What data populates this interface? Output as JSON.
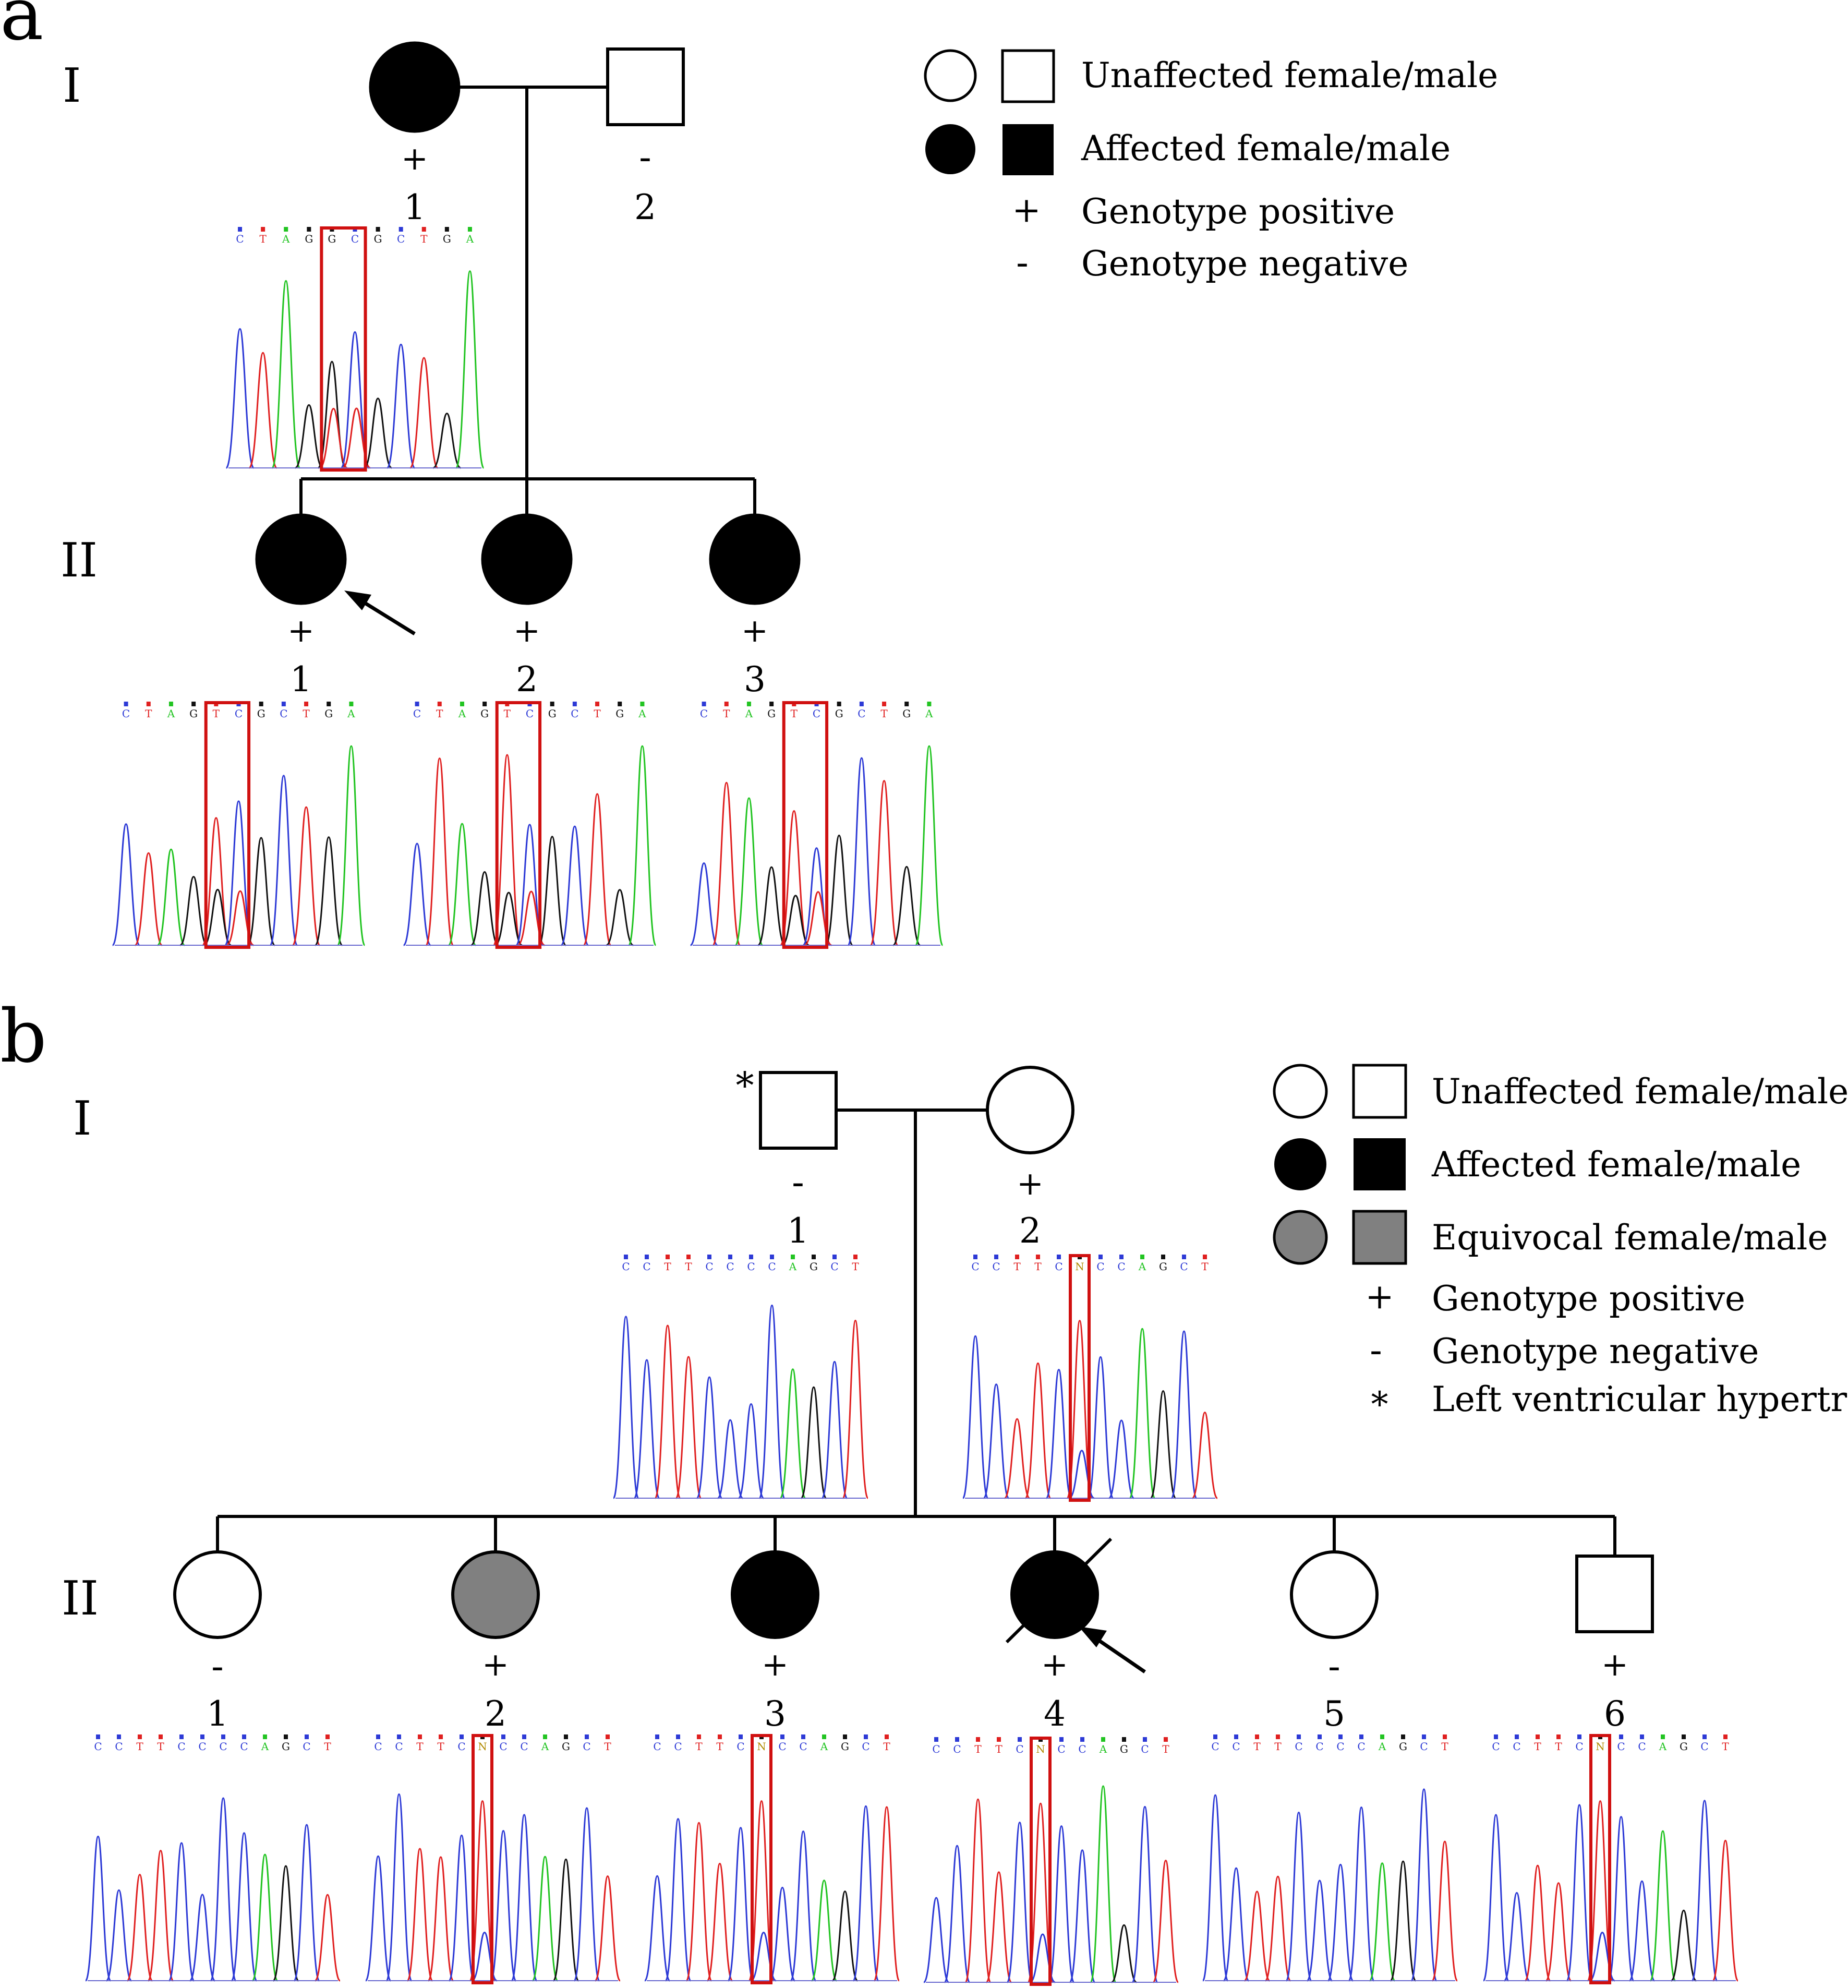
{
  "panels": [
    {
      "label": "a",
      "generations": [
        "I",
        "II"
      ],
      "legend": {
        "unaffected": "Unaffected female/male",
        "affected": "Affected female/male",
        "positive_sym": "+",
        "positive": "Genotype positive",
        "negative_sym": "-",
        "negative": "Genotype negative"
      },
      "gen1": [
        {
          "sex": "female",
          "status": "affected",
          "genotype": "+",
          "number": "1"
        },
        {
          "sex": "male",
          "status": "unaffected",
          "genotype": "-",
          "number": "2"
        }
      ],
      "gen2": [
        {
          "sex": "female",
          "status": "affected",
          "genotype": "+",
          "number": "1",
          "proband": true
        },
        {
          "sex": "female",
          "status": "affected",
          "genotype": "+",
          "number": "2"
        },
        {
          "sex": "female",
          "status": "affected",
          "genotype": "+",
          "number": "3"
        }
      ],
      "chromatograms": {
        "I-1": [
          "C",
          "T",
          "A",
          "G",
          "G",
          "C",
          "G",
          "C",
          "T",
          "G",
          "A"
        ],
        "II-1": [
          "C",
          "T",
          "A",
          "G",
          "T",
          "C",
          "G",
          "C",
          "T",
          "G",
          "A"
        ],
        "II-2": [
          "C",
          "T",
          "A",
          "G",
          "T",
          "C",
          "G",
          "C",
          "T",
          "G",
          "A"
        ],
        "II-3": [
          "C",
          "T",
          "A",
          "G",
          "T",
          "C",
          "G",
          "C",
          "T",
          "G",
          "A"
        ]
      }
    },
    {
      "label": "b",
      "generations": [
        "I",
        "II"
      ],
      "legend": {
        "unaffected": "Unaffected female/male",
        "affected": "Affected female/male",
        "equivocal": "Equivocal female/male",
        "positive_sym": "+",
        "positive": "Genotype positive",
        "negative_sym": "-",
        "negative": "Genotype negative",
        "lvh_sym": "*",
        "lvh": "Left ventricular hypertrophy"
      },
      "gen1": [
        {
          "sex": "male",
          "status": "unaffected",
          "genotype": "-",
          "number": "1",
          "lvh_mark": "*"
        },
        {
          "sex": "female",
          "status": "unaffected",
          "genotype": "+",
          "number": "2"
        }
      ],
      "gen2": [
        {
          "sex": "female",
          "status": "unaffected",
          "genotype": "-",
          "number": "1"
        },
        {
          "sex": "female",
          "status": "equivocal",
          "genotype": "+",
          "number": "2"
        },
        {
          "sex": "female",
          "status": "affected",
          "genotype": "+",
          "number": "3"
        },
        {
          "sex": "female",
          "status": "affected",
          "genotype": "+",
          "number": "4",
          "deceased": true,
          "proband": true
        },
        {
          "sex": "female",
          "status": "unaffected",
          "genotype": "-",
          "number": "5"
        },
        {
          "sex": "male",
          "status": "unaffected",
          "genotype": "+",
          "number": "6"
        }
      ],
      "chromatograms": {
        "I-1": [
          "C",
          "C",
          "T",
          "T",
          "C",
          "C",
          "C",
          "C",
          "A",
          "G",
          "C",
          "T"
        ],
        "I-2": [
          "C",
          "C",
          "T",
          "T",
          "C",
          "N",
          "C",
          "C",
          "A",
          "G",
          "C",
          "T"
        ],
        "II-1": [
          "C",
          "C",
          "T",
          "T",
          "C",
          "C",
          "C",
          "C",
          "A",
          "G",
          "C",
          "T"
        ],
        "II-2": [
          "C",
          "C",
          "T",
          "T",
          "C",
          "N",
          "C",
          "C",
          "A",
          "G",
          "C",
          "T"
        ],
        "II-3": [
          "C",
          "C",
          "T",
          "T",
          "C",
          "N",
          "C",
          "C",
          "A",
          "G",
          "C",
          "T"
        ],
        "II-4": [
          "C",
          "C",
          "T",
          "T",
          "C",
          "N",
          "C",
          "C",
          "A",
          "G",
          "C",
          "T"
        ],
        "II-5": [
          "C",
          "C",
          "T",
          "T",
          "C",
          "C",
          "C",
          "C",
          "A",
          "G",
          "C",
          "T"
        ],
        "II-6": [
          "C",
          "C",
          "T",
          "T",
          "C",
          "N",
          "C",
          "C",
          "A",
          "G",
          "C",
          "T"
        ]
      }
    }
  ],
  "colors": {
    "A": "#22c422",
    "C": "#2d3ad6",
    "G": "#111111",
    "T": "#e02020",
    "N": "#d8c000",
    "highlight": "#d01010",
    "affected": "#000000",
    "equivocal": "#808080",
    "unaffected": "#ffffff"
  }
}
